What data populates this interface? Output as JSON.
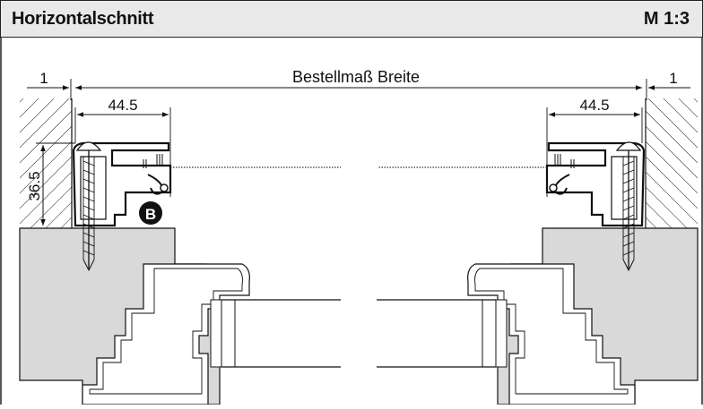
{
  "header": {
    "title": "Horizontalschnitt",
    "scale": "M 1:3"
  },
  "dimensions": {
    "overall_width_label": "Bestellmaß Breite",
    "gap_left": "1",
    "gap_right": "1",
    "profile_width_left": "44.5",
    "profile_width_right": "44.5",
    "profile_height": "36.5"
  },
  "callouts": {
    "marker_b": "B"
  },
  "colors": {
    "line": "#1a1a1a",
    "frame_fill": "#d9d9d9",
    "header_bg": "#e9e9e9",
    "marker_fill": "#111111"
  }
}
